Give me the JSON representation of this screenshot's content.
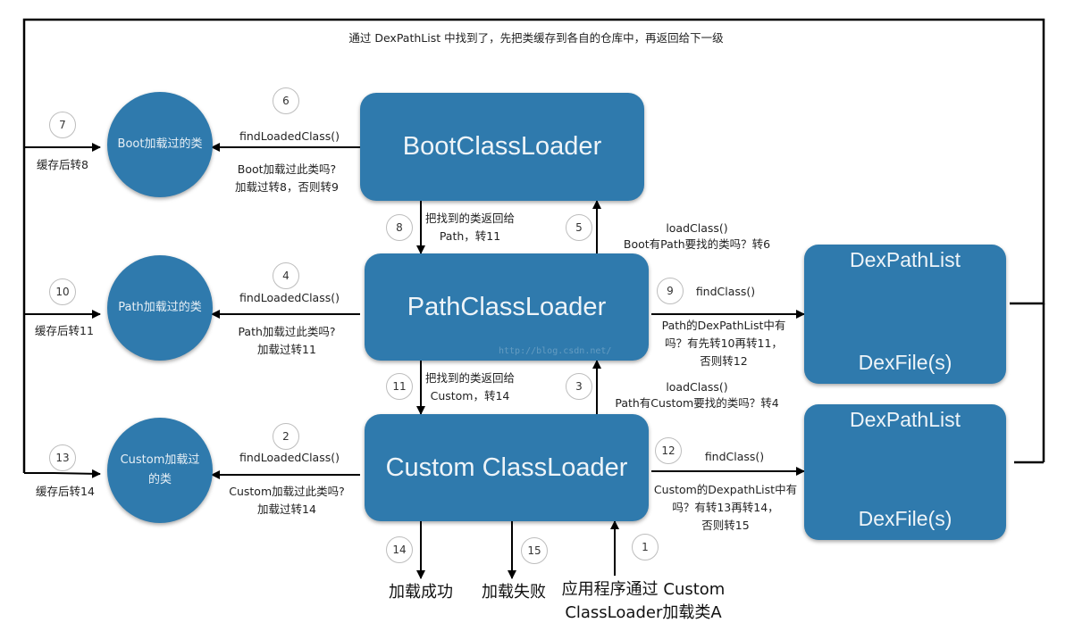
{
  "top_caption": "通过 DexPathList 中找到了，先把类缓存到各自的仓库中，再返回给下一级",
  "loaders": {
    "boot": "BootClassLoader",
    "path": "PathClassLoader",
    "custom": "Custom ClassLoader"
  },
  "caches": {
    "boot": "Boot加载过的类",
    "path": "Path加载过的类",
    "custom": "Custom加载过的类"
  },
  "dex_boxes": [
    {
      "top": "DexPathList",
      "bottom": "DexFile(s)"
    },
    {
      "top": "DexPathList",
      "bottom": "DexFile(s)"
    }
  ],
  "steps": {
    "s1": "1",
    "s2": "2",
    "s3": "3",
    "s4": "4",
    "s5": "5",
    "s6": "6",
    "s7": "7",
    "s8": "8",
    "s9": "9",
    "s10": "10",
    "s11": "11",
    "s12": "12",
    "s13": "13",
    "s14": "14",
    "s15": "15"
  },
  "labels": {
    "find_loaded_boot": "findLoadedClass()",
    "boot_q1": "Boot加载过此类吗?",
    "boot_q2": "加载过转8，否则转9",
    "cache_boot": "缓存后转8",
    "find_loaded_path": "findLoadedClass()",
    "path_q1": "Path加载过此类吗?",
    "path_q2": "加载过转11",
    "cache_path": "缓存后转11",
    "find_loaded_custom": "findLoadedClass()",
    "custom_q1": "Custom加载过此类吗?",
    "custom_q2": "加载过转14",
    "cache_custom": "缓存后转14",
    "return_path_1": "把找到的类返回给",
    "return_path_2": "Path，转11",
    "load_boot_1": "loadClass()",
    "load_boot_2": "Boot有Path要找的类吗？转6",
    "return_custom_1": "把找到的类返回给",
    "return_custom_2": "Custom，转14",
    "load_path_1": "loadClass()",
    "load_path_2": "Path有Custom要找的类吗？转4",
    "find_class_path": "findClass()",
    "path_dex_1": "Path的DexPathList中有",
    "path_dex_2": "吗？有先转10再转11，",
    "path_dex_3": "否则转12",
    "find_class_custom": "findClass()",
    "custom_dex_1": "Custom的DexpathList中有",
    "custom_dex_2": "吗？有转13再转14，",
    "custom_dex_3": "否则转15",
    "success": "加载成功",
    "failure": "加载失败",
    "app_1": "应用程序通过 Custom",
    "app_2": "ClassLoader加载类A"
  },
  "watermark": "http://blog.csdn.net/",
  "colors": {
    "node_fill": "#2f7aad",
    "line": "#000000"
  }
}
